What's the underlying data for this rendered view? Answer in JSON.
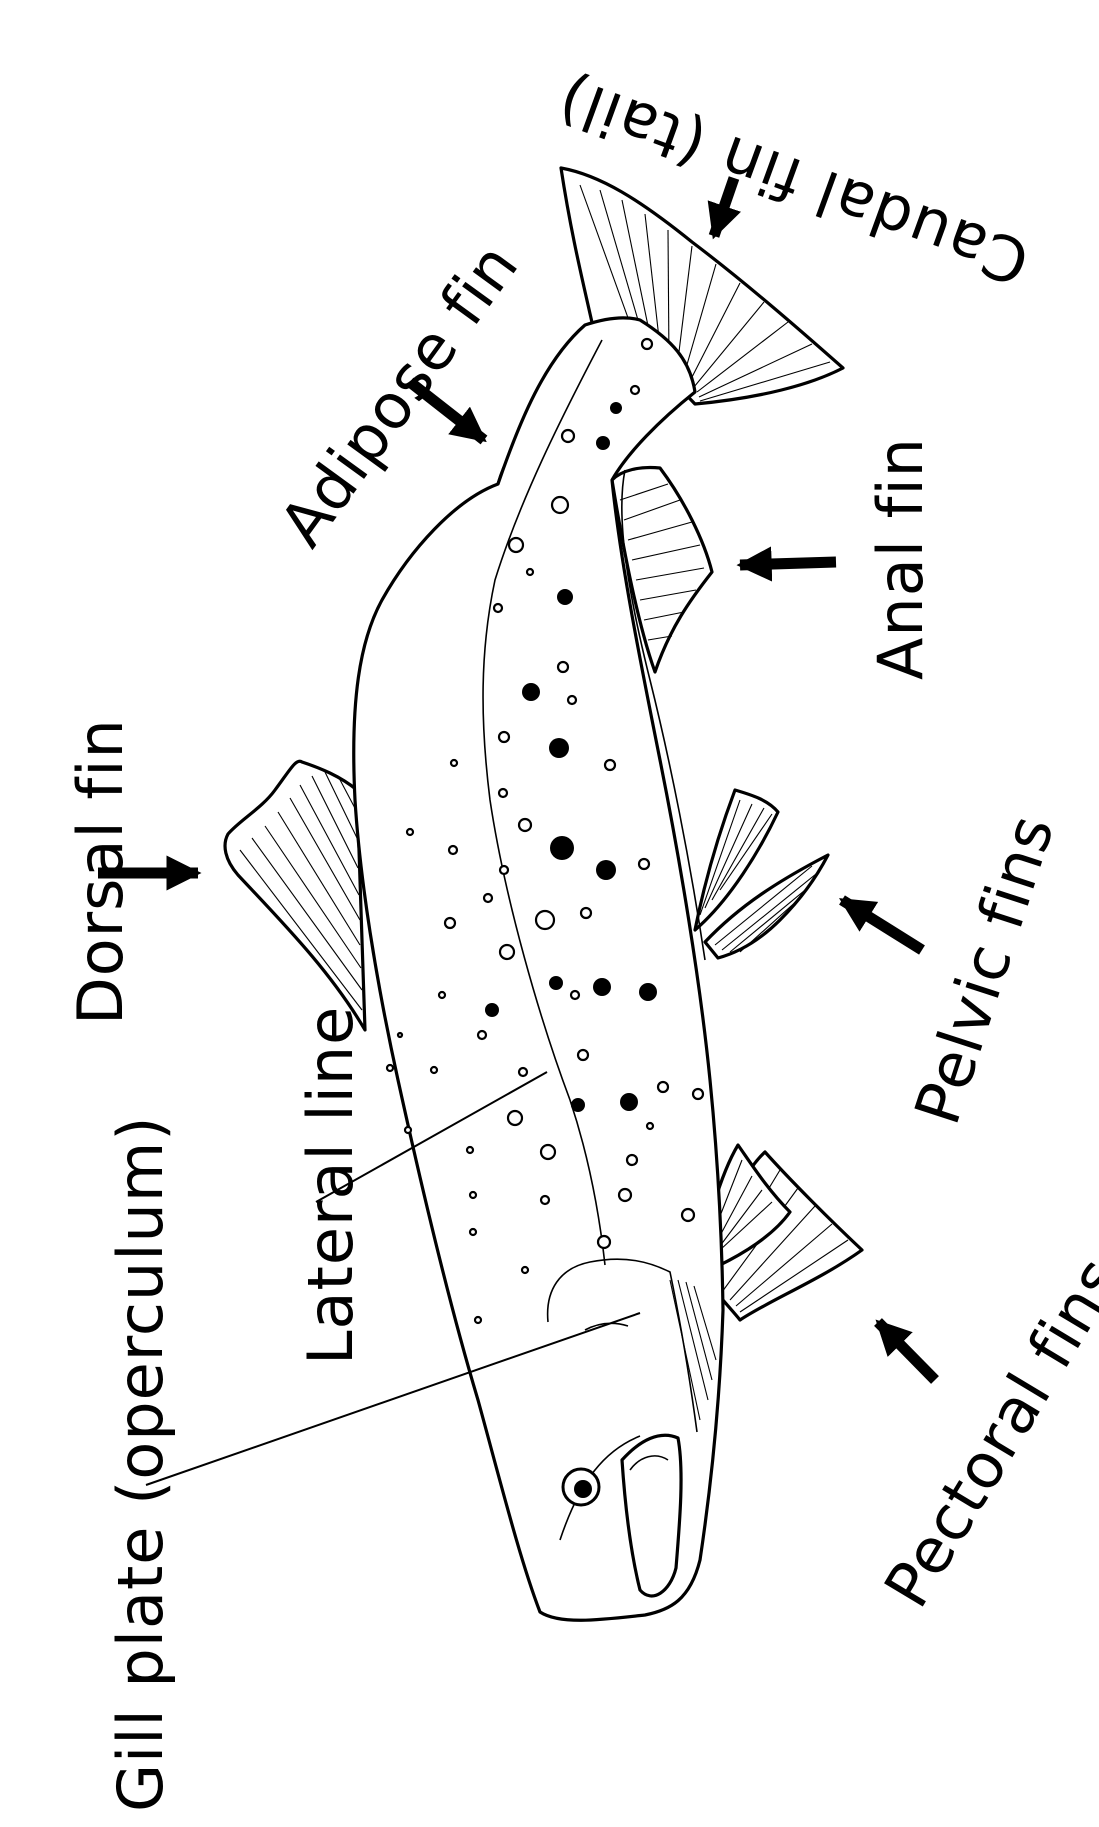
{
  "labels": {
    "caudal_fin": "Caudal fin (tail)",
    "adipose_fin": "Adipose fin",
    "anal_fin": "Anal fin",
    "dorsal_fin": "Dorsal fin",
    "pelvic_fins": "Pelvic fins",
    "lateral_line": "Lateral line",
    "gill_plate": "Gill plate (operculum)",
    "pectoral_fins": "Pectoral fins"
  },
  "colors": {
    "ink": "#000000",
    "background": "#ffffff"
  }
}
